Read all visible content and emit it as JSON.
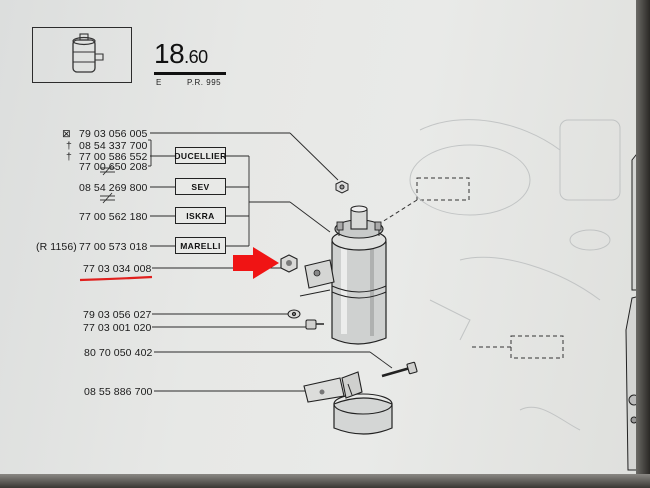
{
  "header": {
    "section_main": "18",
    "section_sub": ".60",
    "edition": "E",
    "reference": "P.R. 995"
  },
  "parts": [
    {
      "text": "79 03 056 005",
      "symbol": "⊠"
    },
    {
      "text": "08 54 337 700",
      "symbol": "†"
    },
    {
      "text": "77 00 586 552",
      "symbol": "†"
    },
    {
      "text": "77 00 650 208",
      "symbol": ""
    },
    {
      "text": "08 54 269 800",
      "symbol": ""
    },
    {
      "text": "77 00 562 180",
      "symbol": ""
    },
    {
      "text": "77 00 573 018",
      "symbol": ""
    },
    {
      "text": "77 03 034 008",
      "symbol": ""
    },
    {
      "text": "79 03 056 027",
      "symbol": ""
    },
    {
      "text": "77 03 001 020",
      "symbol": ""
    },
    {
      "text": "80 70 050 402",
      "symbol": ""
    },
    {
      "text": "08 55 886 700",
      "symbol": ""
    }
  ],
  "prefix_note": "(R 1156)",
  "brands": [
    "DUCELLIER",
    "SEV",
    "ISKRA",
    "MARELLI"
  ],
  "highlight": {
    "underline_color": "#e0201e",
    "arrow_color": "#f01414",
    "highlighted_part": "77 03 034 008"
  },
  "icons": [
    "coil-thumbnail-icon",
    "ignition-coil-illustration",
    "mounting-bracket-illustration",
    "red-arrow-icon"
  ]
}
